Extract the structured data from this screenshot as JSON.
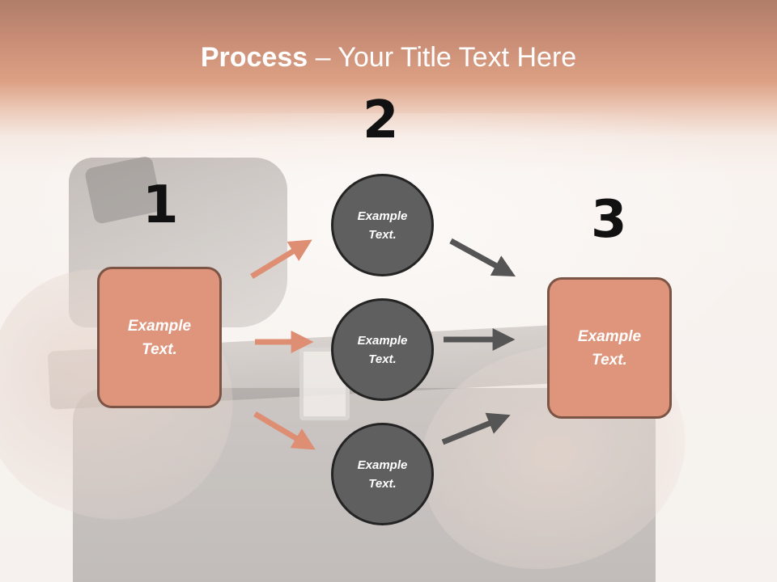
{
  "slide": {
    "title_bold": "Process",
    "title_rest": " – Your Title Text Here"
  },
  "steps": {
    "one": {
      "number": "1",
      "text": "Example\nText."
    },
    "two": {
      "number": "2"
    },
    "three": {
      "number": "3",
      "text": "Example\nText."
    }
  },
  "circles": [
    {
      "text": "Example\nText."
    },
    {
      "text": "Example\nText."
    },
    {
      "text": "Example\nText."
    }
  ],
  "colors": {
    "header": "#c97a5a",
    "box_fill": "#de957c",
    "box_border": "#7b5445",
    "circle_fill": "#5f5f5f",
    "circle_border": "#242424",
    "arrow_orange": "#de8e72",
    "arrow_gray": "#555555"
  }
}
